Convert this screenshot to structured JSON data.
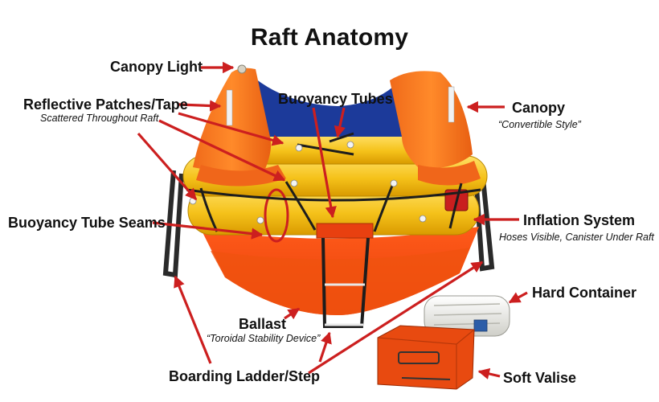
{
  "title": "Raft Anatomy",
  "accent_color": "#cc1f1f",
  "labels": {
    "canopy_light": "Canopy Light",
    "reflective": "Reflective Patches/Tape",
    "reflective_sub": "Scattered Throughout Raft",
    "buoyancy_tubes": "Buoyancy Tubes",
    "canopy": "Canopy",
    "canopy_sub": "“Convertible Style”",
    "tube_seams": "Buoyancy Tube Seams",
    "inflation": "Inflation System",
    "inflation_sub": "Hoses Visible, Canister Under Raft",
    "hard_container": "Hard Container",
    "ballast": "Ballast",
    "ballast_sub": "“Toroidal Stability Device”",
    "ladder": "Boarding Ladder/Step",
    "soft_valise": "Soft Valise"
  }
}
